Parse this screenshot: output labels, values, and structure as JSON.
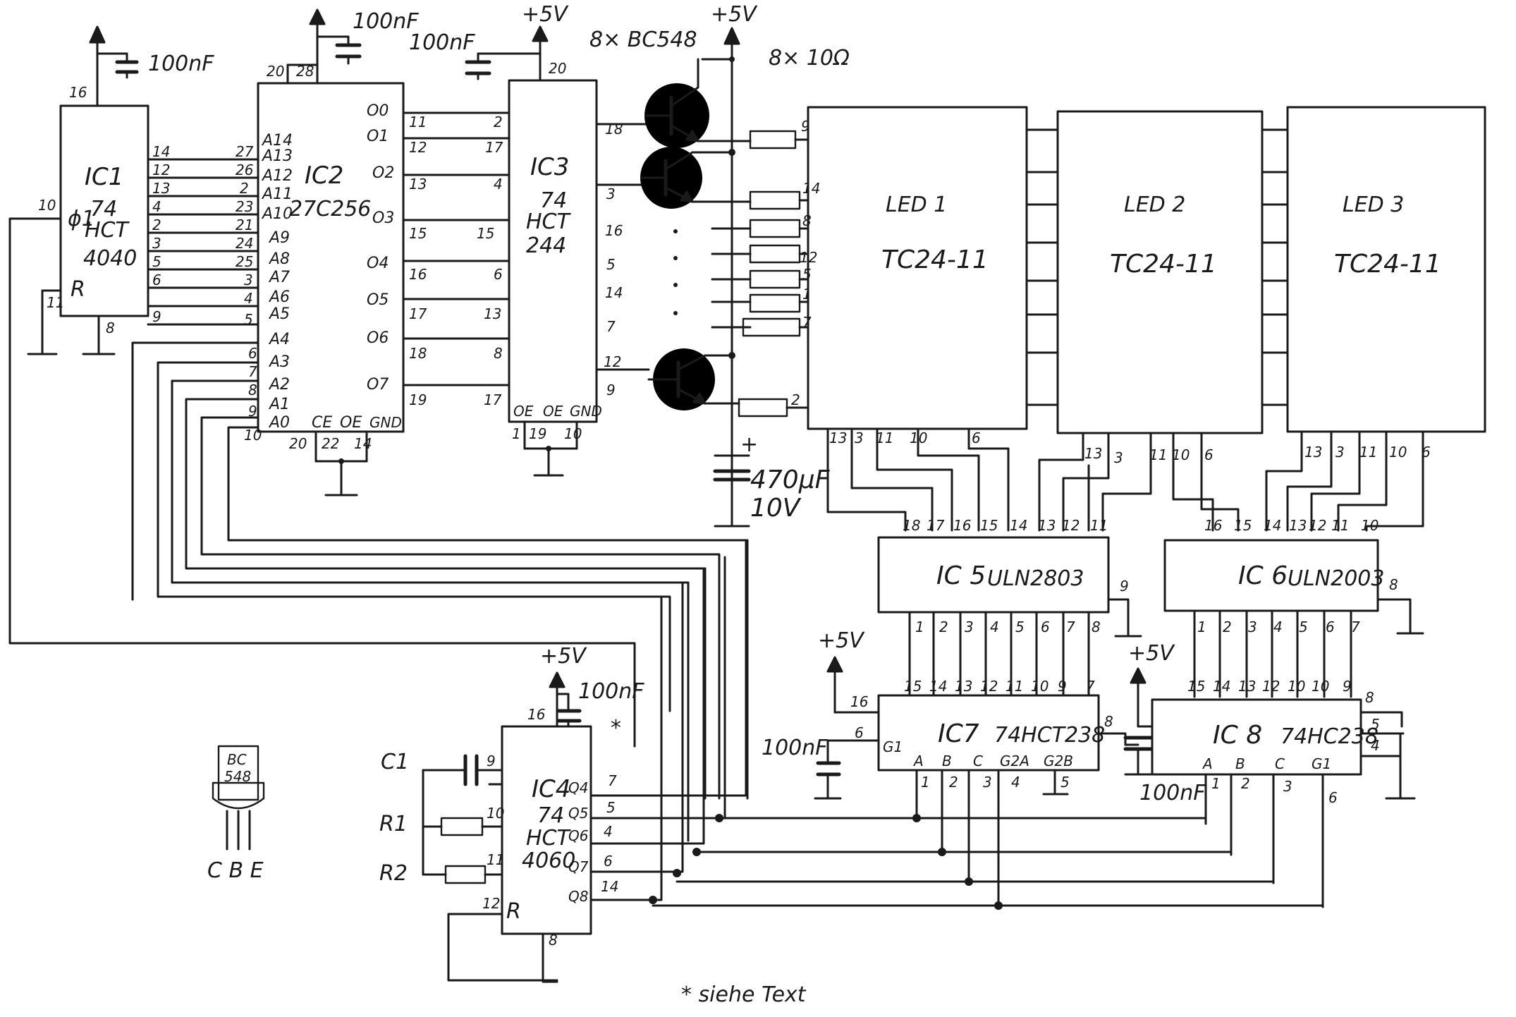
{
  "supply": {
    "vcc_label": "+5V",
    "cap_label": "100nF"
  },
  "ic1": {
    "ref": "IC1",
    "series": "74",
    "family": "HCT",
    "type": "4040",
    "pin_reset": "R",
    "pin_clock": "ϕ1"
  },
  "ic2": {
    "ref": "IC2",
    "type": "27C256",
    "address_pins": [
      "A14",
      "A13",
      "A12",
      "A11",
      "A10",
      "A9",
      "A8",
      "A7",
      "A6",
      "A5",
      "A4",
      "A3",
      "A2",
      "A1",
      "A0"
    ],
    "data_pins": [
      "O0",
      "O1",
      "O2",
      "O3",
      "O4",
      "O5",
      "O6",
      "O7"
    ],
    "control_pins": [
      "CE",
      "OE",
      "GND"
    ]
  },
  "ic3": {
    "ref": "IC3",
    "series": "74",
    "family": "HCT",
    "type": "244",
    "control_pins": [
      "OE",
      "OE",
      "GND"
    ]
  },
  "transistors": {
    "label": "8× BC548",
    "resistors": "8× 10Ω"
  },
  "capacitor": {
    "value": "470µF",
    "voltage": "10V",
    "polarity": "+"
  },
  "displays": [
    {
      "ref": "LED 1",
      "type": "TC24-11"
    },
    {
      "ref": "LED 2",
      "type": "TC24-11"
    },
    {
      "ref": "LED 3",
      "type": "TC24-11"
    }
  ],
  "ic5": {
    "ref": "IC 5",
    "type": "ULN2803"
  },
  "ic6": {
    "ref": "IC 6",
    "type": "ULN2003"
  },
  "ic7": {
    "ref": "IC7",
    "type": "74HCT238",
    "pins": [
      "G1",
      "A",
      "B",
      "C",
      "G2A",
      "G2B"
    ]
  },
  "ic8": {
    "ref": "IC 8",
    "type": "74HC238",
    "pins": [
      "A",
      "B",
      "C",
      "G1"
    ]
  },
  "ic4": {
    "ref": "IC4",
    "series": "74",
    "family": "HCT",
    "type": "4060",
    "outputs": [
      "Q4",
      "Q5",
      "Q6",
      "Q7",
      "Q8"
    ],
    "pin_reset": "R"
  },
  "passives": {
    "c1": "C1",
    "r1": "R1",
    "r2": "R2"
  },
  "bc548_pinout": {
    "name": "BC",
    "number": "548",
    "pins": "C  B  E"
  },
  "footnote": "* siehe Text",
  "asterisk": "*"
}
